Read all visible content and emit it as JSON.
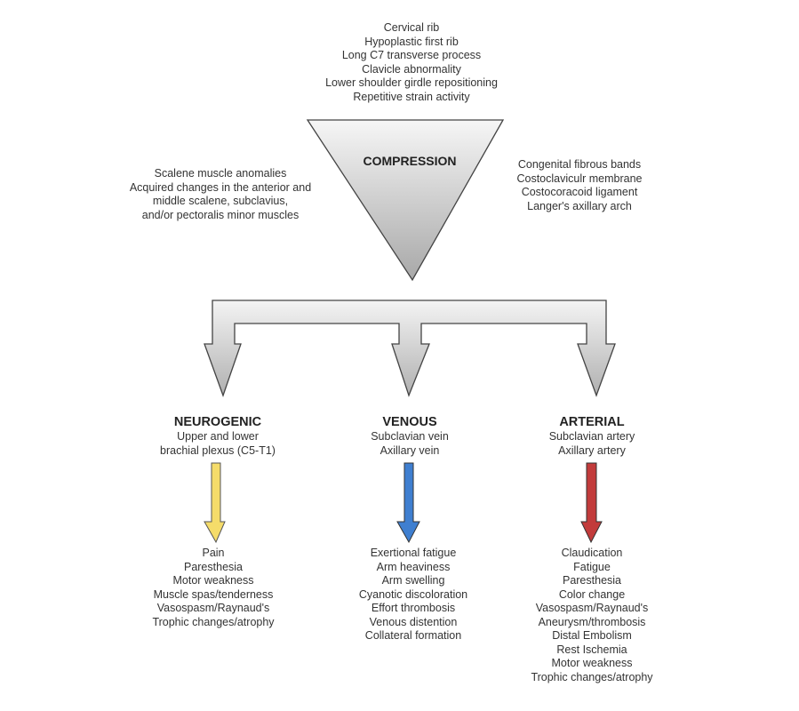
{
  "center_label": "COMPRESSION",
  "top_causes": [
    "Cervical rib",
    "Hypoplastic first rib",
    "Long C7 transverse process",
    "Clavicle abnormality",
    "Lower shoulder girdle repositioning",
    "Repetitive strain activity"
  ],
  "left_causes": [
    "Scalene muscle anomalies",
    "Acquired changes in the anterior and",
    "middle scalene, subclavius,",
    "and/or pectoralis minor muscles"
  ],
  "right_causes": [
    "Congenital fibrous bands",
    "Costoclaviculr membrane",
    "Costocoracoid ligament",
    "Langer's axillary arch"
  ],
  "branches": [
    {
      "title": "NEUROGENIC",
      "structures": [
        "Upper and lower",
        "brachial plexus (C5-T1)"
      ],
      "color": "#f5dc6a",
      "symptoms": [
        "Pain",
        "Paresthesia",
        "Motor weakness",
        "Muscle spas/tenderness",
        "Vasospasm/Raynaud's",
        "Trophic changes/atrophy"
      ]
    },
    {
      "title": "VENOUS",
      "structures": [
        "Subclavian vein",
        "Axillary vein"
      ],
      "color": "#3f7fd0",
      "symptoms": [
        "Exertional fatigue",
        "Arm heaviness",
        "Arm swelling",
        "Cyanotic discoloration",
        "Effort thrombosis",
        "Venous distention",
        "Collateral formation"
      ]
    },
    {
      "title": "ARTERIAL",
      "structures": [
        "Subclavian artery",
        "Axillary artery"
      ],
      "color": "#c23b3b",
      "symptoms": [
        "Claudication",
        "Fatigue",
        "Paresthesia",
        "Color change",
        "Vasospasm/Raynaud's",
        "Aneurysm/thrombosis",
        "Distal Embolism",
        "Rest Ischemia",
        "Motor weakness",
        "Trophic changes/atrophy"
      ]
    }
  ]
}
